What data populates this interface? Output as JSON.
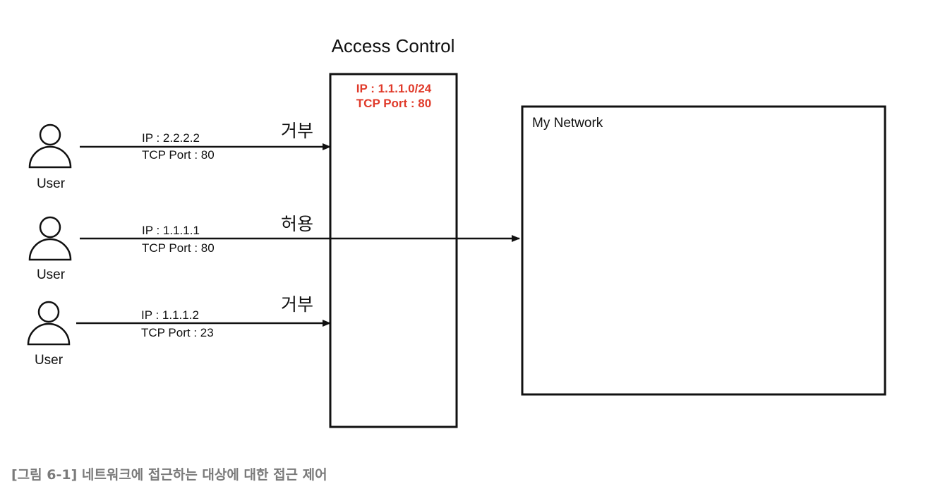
{
  "diagram": {
    "title": "Access Control",
    "firewall": {
      "rule_lines": [
        "IP : 1.1.1.0/24",
        "TCP Port : 80"
      ],
      "rule_color": "#e03a2a"
    },
    "network": {
      "label": "My Network"
    },
    "users": [
      {
        "label": "User",
        "ip": "IP : 2.2.2.2",
        "port": "TCP Port : 80",
        "decision": "거부"
      },
      {
        "label": "User",
        "ip": "IP : 1.1.1.1",
        "port": "TCP Port : 80",
        "decision": "허용"
      },
      {
        "label": "User",
        "ip": "IP : 1.1.1.2",
        "port": "TCP Port : 23",
        "decision": "거부"
      }
    ],
    "user_icon": "user-icon"
  },
  "caption": "[그림 6-1] 네트워크에 접근하는 대상에 대한 접근 제어"
}
